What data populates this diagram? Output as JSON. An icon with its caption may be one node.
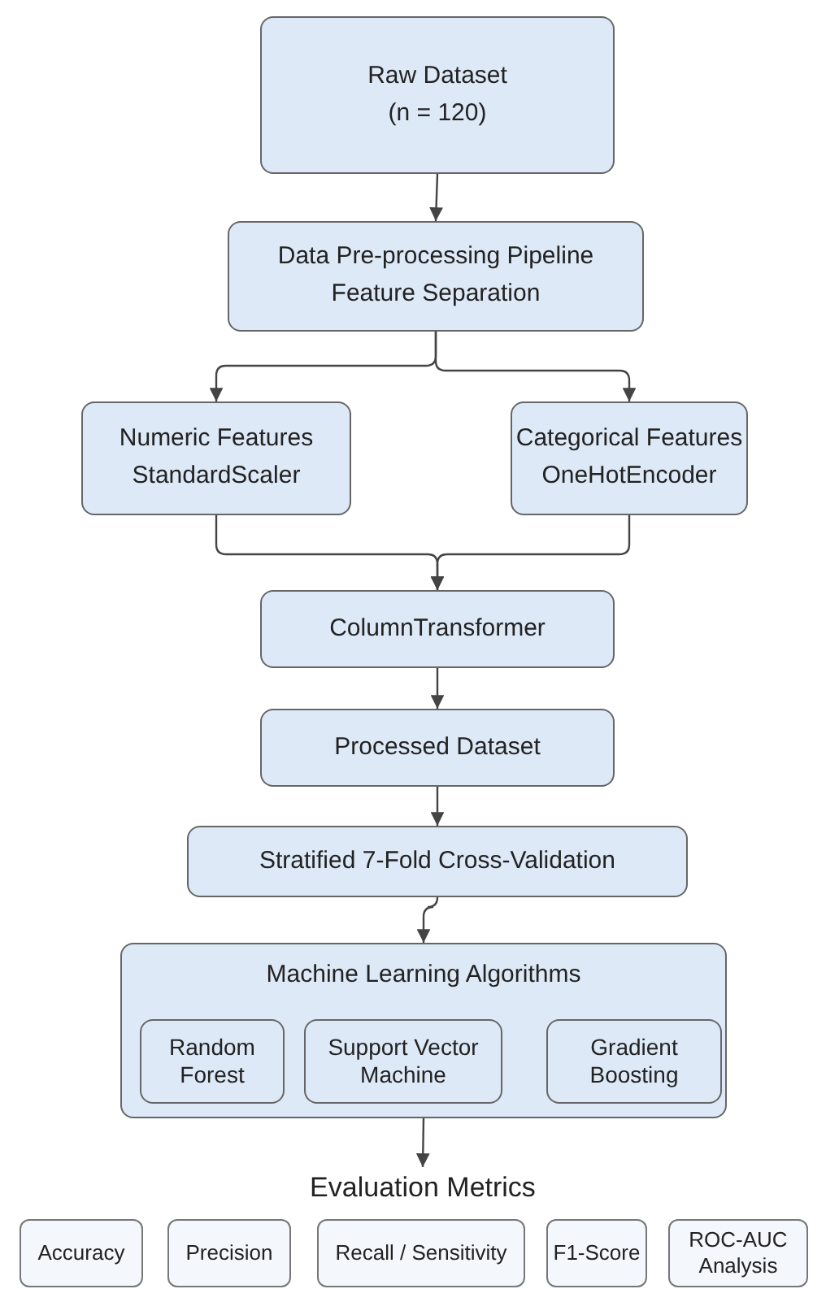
{
  "diagram": {
    "nodes": [
      {
        "text": [
          "Raw Dataset",
          "(n = 120)"
        ]
      },
      {
        "text": [
          "Data Pre-processing Pipeline",
          "Feature Separation"
        ]
      },
      {
        "text": [
          "Numeric Features",
          "StandardScaler"
        ]
      },
      {
        "text": [
          "Categorical Features",
          "OneHotEncoder"
        ]
      },
      {
        "text": [
          "ColumnTransformer"
        ]
      },
      {
        "text": [
          "Processed Dataset"
        ]
      },
      {
        "text": [
          "Stratified 7-Fold Cross-Validation"
        ]
      },
      {
        "text": [
          "Machine Learning Algorithms"
        ]
      },
      {
        "text": [
          "Random Forest"
        ],
        "in": 7
      },
      {
        "text": [
          "Support Vector Machine"
        ],
        "in": 7
      },
      {
        "text": [
          "Gradient Boosting"
        ],
        "in": 7
      },
      {
        "text": [
          "Evaluation Metrics"
        ]
      },
      {
        "text": [
          "Accuracy"
        ]
      },
      {
        "text": [
          "Precision"
        ]
      },
      {
        "text": [
          "Recall / Sensitivity"
        ]
      },
      {
        "text": [
          "F1-Score"
        ]
      },
      {
        "text": [
          "ROC-AUC Analysis"
        ]
      }
    ],
    "edges": [
      {
        "from": 0,
        "to": 1,
        "arrow": "to"
      },
      {
        "from": 1,
        "to": 2,
        "arrow": "to"
      },
      {
        "from": 1,
        "to": 3,
        "arrow": "to"
      },
      {
        "from": 2,
        "to": 4,
        "arrow": "to"
      },
      {
        "from": 3,
        "to": 4,
        "arrow": "to"
      },
      {
        "from": 4,
        "to": 5,
        "arrow": "to"
      },
      {
        "from": 5,
        "to": 6,
        "arrow": "to"
      },
      {
        "from": 6,
        "to": 7,
        "arrow": "to"
      },
      {
        "from": 7,
        "to": 11,
        "arrow": "to"
      }
    ]
  }
}
